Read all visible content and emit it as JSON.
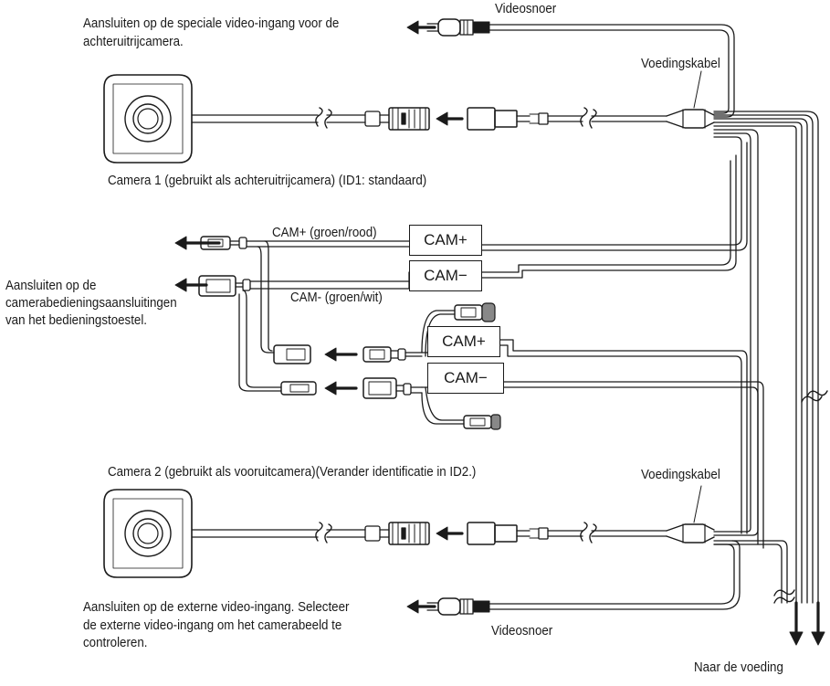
{
  "labels": {
    "top_connect": [
      "Aansluiten op de speciale video-ingang voor de",
      "achteruitrijcamera."
    ],
    "video_cable_top": "Videosnoer",
    "power_cable_top": "Voedingskabel",
    "camera1": "Camera 1 (gebruikt als achteruitrijcamera) (ID1: standaard)",
    "cam_plus_wire": "CAM+ (groen/rood)",
    "cam_minus_wire": "CAM- (groen/wit)",
    "control_connect": [
      "Aansluiten op de",
      "camerabedieningsaansluitingen",
      "van het bedieningstoestel."
    ],
    "camera2": "Camera 2 (gebruikt als vooruitcamera)(Verander identificatie in ID2.)",
    "power_cable_bottom": "Voedingskabel",
    "bottom_connect": [
      "Aansluiten op de externe video-ingang. Selecteer",
      "de externe video-ingang om het camerabeeld te",
      "controleren."
    ],
    "video_cable_bottom": "Videosnoer",
    "power_supply": "Naar de voeding"
  },
  "boxes": {
    "cam_plus_1": "CAM+",
    "cam_minus_1": "CAM−",
    "cam_plus_2": "CAM+",
    "cam_minus_2": "CAM−"
  },
  "colors": {
    "line": "#1a1a1a",
    "background": "#ffffff"
  }
}
